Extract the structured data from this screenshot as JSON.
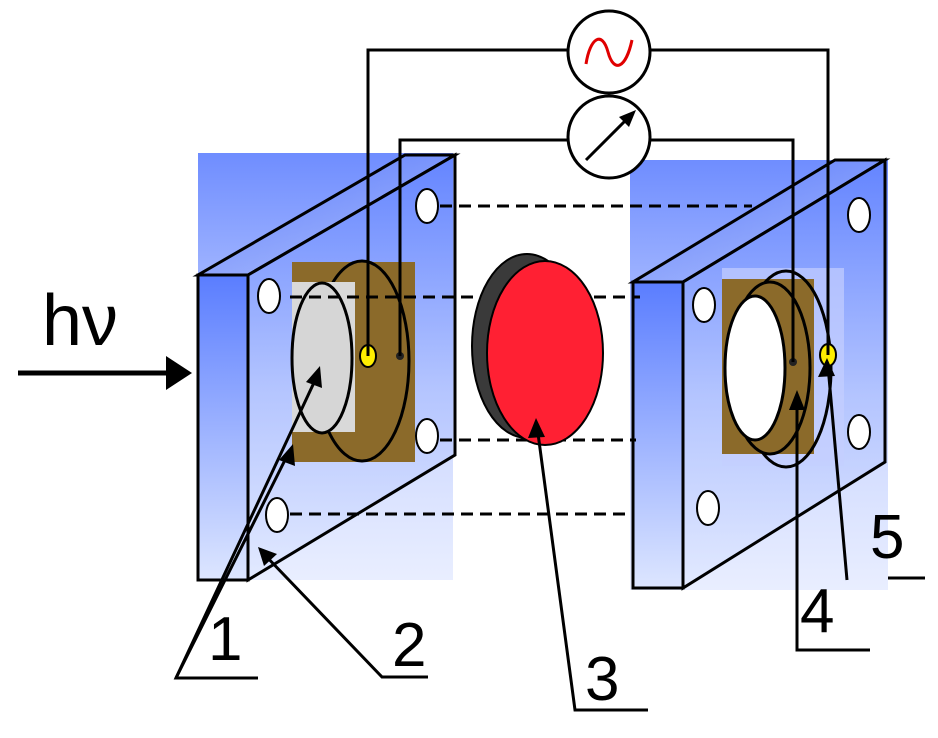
{
  "incident_light": {
    "symbol": "hν"
  },
  "callouts": [
    "1",
    "2",
    "3",
    "4",
    "5"
  ],
  "colors": {
    "substrate_blue": "#5a7dff",
    "electrode_brown": "#8b6a2a",
    "sample_red": "#ff2033",
    "contact_yellow": "#ffee00",
    "source_wave_red": "#e00000"
  },
  "icons": {
    "ac_source": "ac-source-icon",
    "meter": "meter-icon"
  }
}
